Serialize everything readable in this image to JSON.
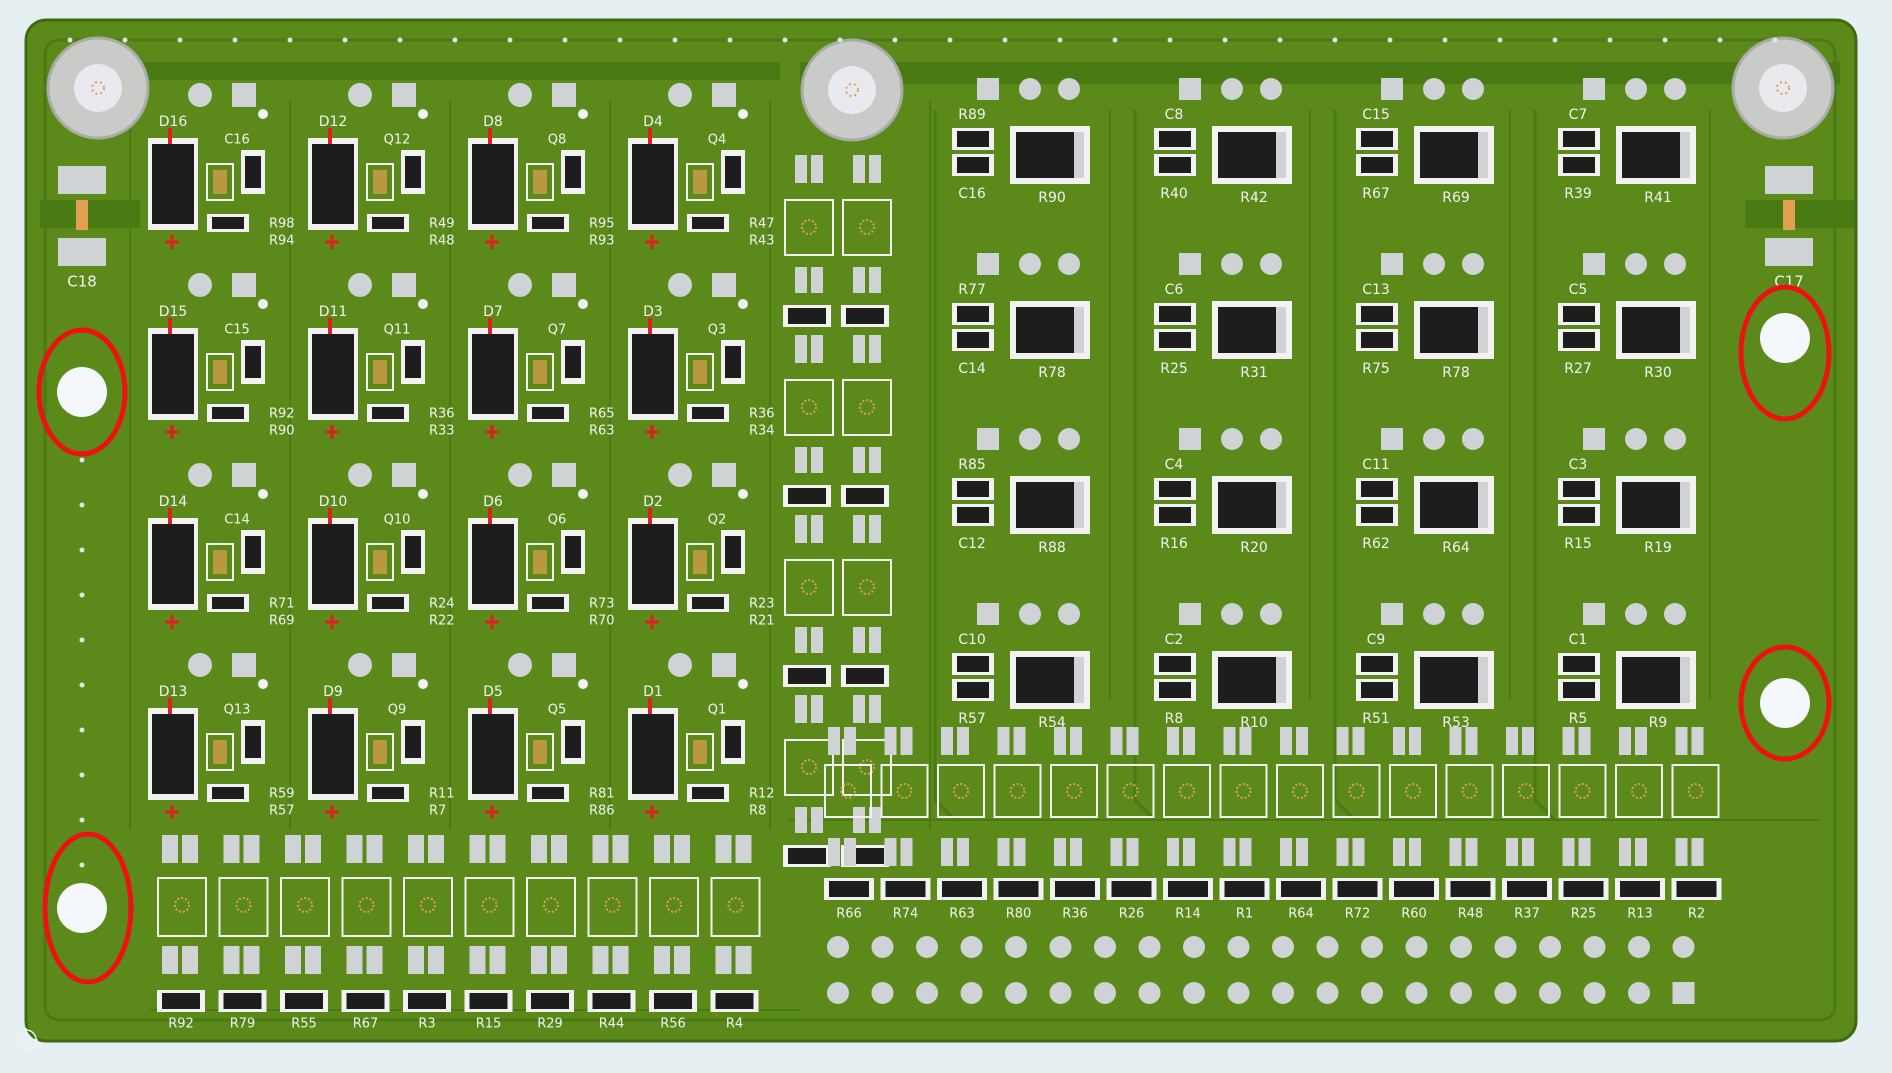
{
  "board": {
    "colors": {
      "background": "#e6eff2",
      "board": "#5b8a1a",
      "board_dark": "#3f6a12",
      "trace": "#4a7a14",
      "silk": "#f2f2f2",
      "pad": "#cfd3d6",
      "body": "#1d1d1d",
      "polarity": "#e02020",
      "highlight": "#ee1111"
    },
    "left_column": {
      "diode_rows": [
        [
          {
            "label": "D16",
            "resistors": [
              "R98",
              "R94"
            ],
            "cap": "C16"
          },
          {
            "label": "D12",
            "resistors": [
              "R49",
              "R48"
            ],
            "cap": "Q12"
          },
          {
            "label": "D8",
            "resistors": [
              "R95",
              "R93"
            ],
            "cap": "Q8"
          },
          {
            "label": "D4",
            "resistors": [
              "R47",
              "R43"
            ],
            "cap": "Q4"
          }
        ],
        [
          {
            "label": "D15",
            "resistors": [
              "R92",
              "R90"
            ],
            "cap": "C15"
          },
          {
            "label": "D11",
            "resistors": [
              "R36",
              "R33"
            ],
            "cap": "Q11"
          },
          {
            "label": "D7",
            "resistors": [
              "R65",
              "R63"
            ],
            "cap": "Q7"
          },
          {
            "label": "D3",
            "resistors": [
              "R36",
              "R34"
            ],
            "cap": "Q3"
          }
        ],
        [
          {
            "label": "D14",
            "resistors": [
              "R71",
              "R69"
            ],
            "cap": "C14"
          },
          {
            "label": "D10",
            "resistors": [
              "R24",
              "R22"
            ],
            "cap": "Q10"
          },
          {
            "label": "D6",
            "resistors": [
              "R73",
              "R70"
            ],
            "cap": "Q6"
          },
          {
            "label": "D2",
            "resistors": [
              "R23",
              "R21"
            ],
            "cap": "Q2"
          }
        ],
        [
          {
            "label": "D13",
            "resistors": [
              "R59",
              "R57"
            ],
            "cap": "Q13"
          },
          {
            "label": "D9",
            "resistors": [
              "R11",
              "R7"
            ],
            "cap": "Q9"
          },
          {
            "label": "D5",
            "resistors": [
              "R81",
              "R86"
            ],
            "cap": "Q5"
          },
          {
            "label": "D1",
            "resistors": [
              "R12",
              "R8"
            ],
            "cap": "Q1"
          }
        ]
      ],
      "bottom_resistors": [
        "R92",
        "R79",
        "R55",
        "R67",
        "R3",
        "R15",
        "R29",
        "R44",
        "R56",
        "R4"
      ],
      "edge_parts": [
        "C18",
        "C17"
      ]
    },
    "right_column": {
      "mosfet_rows": [
        [
          {
            "labels": [
              "R89",
              "C16",
              "R90"
            ]
          },
          {
            "labels": [
              "C8",
              "R40",
              "R42"
            ]
          },
          {
            "labels": [
              "C15",
              "R67",
              "R69"
            ]
          },
          {
            "labels": [
              "C7",
              "R39",
              "R41"
            ]
          }
        ],
        [
          {
            "labels": [
              "R77",
              "C14",
              "R78"
            ]
          },
          {
            "labels": [
              "C6",
              "R25",
              "R31"
            ]
          },
          {
            "labels": [
              "C13",
              "R75",
              "R78"
            ]
          },
          {
            "labels": [
              "C5",
              "R27",
              "R30"
            ]
          }
        ],
        [
          {
            "labels": [
              "R85",
              "C12",
              "R88"
            ]
          },
          {
            "labels": [
              "C4",
              "R16",
              "R20"
            ]
          },
          {
            "labels": [
              "C11",
              "R62",
              "R64"
            ]
          },
          {
            "labels": [
              "C3",
              "R15",
              "R19"
            ]
          }
        ],
        [
          {
            "labels": [
              "C10",
              "R57",
              "R54"
            ]
          },
          {
            "labels": [
              "C2",
              "R8",
              "R10"
            ]
          },
          {
            "labels": [
              "C9",
              "R51",
              "R53"
            ]
          },
          {
            "labels": [
              "C1",
              "R5",
              "R9"
            ]
          }
        ]
      ],
      "bottom_resistors": [
        "R66",
        "R74",
        "R63",
        "R80",
        "R36",
        "R26",
        "R14",
        "R1",
        "R64",
        "R72",
        "R60",
        "R48",
        "R37",
        "R25",
        "R13",
        "R2"
      ],
      "header_columns": 20
    }
  }
}
